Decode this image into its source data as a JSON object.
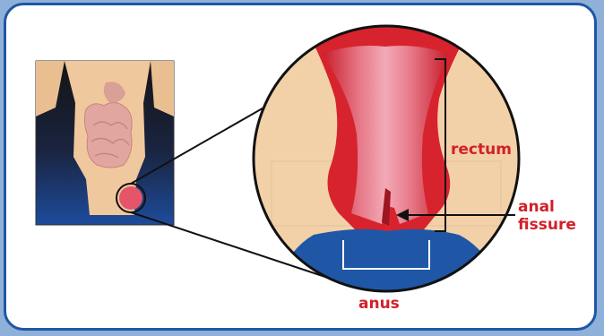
{
  "labels": {
    "rectum": "rectum",
    "anal_fissure_line1": "anal",
    "anal_fissure_line2": "fissure",
    "anus": "anus"
  },
  "colors": {
    "label_red": "#d3202a",
    "frame_blue": "#1f57a6",
    "skin": "#f2d1a9",
    "tissue_red": "#d8232e",
    "blue_base": "#1f57a6"
  }
}
